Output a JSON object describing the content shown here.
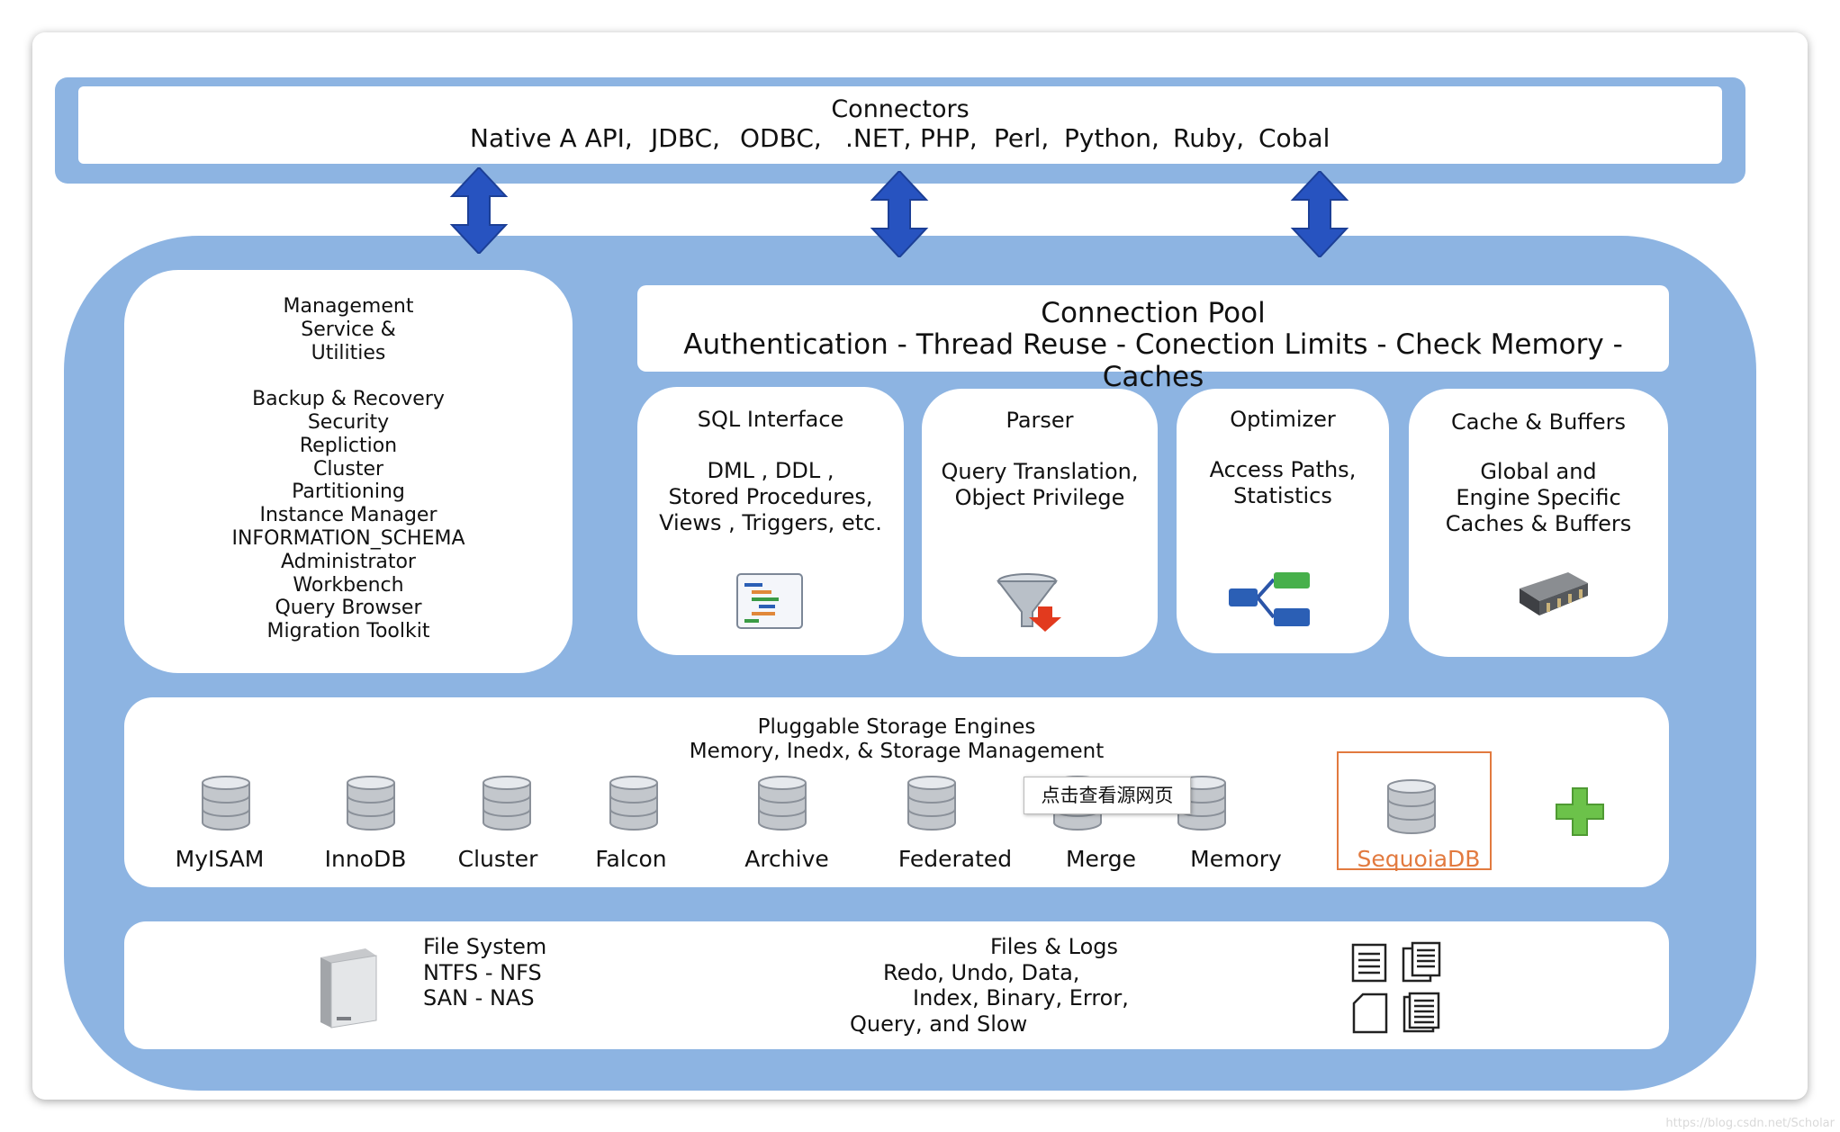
{
  "connectors": {
    "title": "Connectors",
    "items": [
      "Native  A  API,",
      "JDBC,",
      "ODBC,",
      ".NET,",
      "PHP,",
      "Perl,",
      "Python,",
      "Ruby,",
      "Cobal"
    ]
  },
  "management": {
    "lines": "Management\nService &\nUtilities\n\nBackup & Recovery\nSecurity\nRepliction\nCluster\nPartitioning\nInstance Manager\nINFORMATION_SCHEMA\nAdministrator\nWorkbench\nQuery Browser\nMigration Toolkit"
  },
  "connection_pool": {
    "title": "Connection Pool",
    "subtitle": "Authentication - Thread Reuse - Conection Limits - Check Memory - Caches"
  },
  "services": [
    {
      "title": "SQL Interface",
      "desc": "DML , DDL ,\nStored Procedures,\nViews , Triggers, etc.",
      "icon": "sql-interface-icon"
    },
    {
      "title": "Parser",
      "desc": "Query Translation,\nObject Privilege",
      "icon": "funnel-icon"
    },
    {
      "title": "Optimizer",
      "desc": "Access Paths,\nStatistics",
      "icon": "tree-icon"
    },
    {
      "title": "Cache & Buffers",
      "desc": "Global and\nEngine Specific\nCaches & Buffers",
      "icon": "memory-chip-icon"
    }
  ],
  "storage": {
    "title": "Pluggable Storage Engines",
    "subtitle": "Memory, Inedx, & Storage Management",
    "engines": [
      "MyISAM",
      "InnoDB",
      "Cluster",
      "Falcon",
      "Archive",
      "Federated",
      "Merge",
      "Memory",
      "SequoiaDB"
    ],
    "tooltip": "点击查看源网页",
    "highlight_color": "#e27a3f"
  },
  "files": {
    "fs_lines": "File System\nNTFS - NFS\nSAN - NAS",
    "logs_title": "Files  &  Logs",
    "logs_line1": "Redo, Undo, Data,",
    "logs_line2": "Index, Binary,  Error,",
    "logs_line3": "Query,  and  Slow"
  },
  "watermark": "https://blog.csdn.net/Scholar",
  "colors": {
    "panel_blue": "#8db4e2",
    "arrow_blue": "#2753c0",
    "plus_green": "#6cc24a"
  }
}
